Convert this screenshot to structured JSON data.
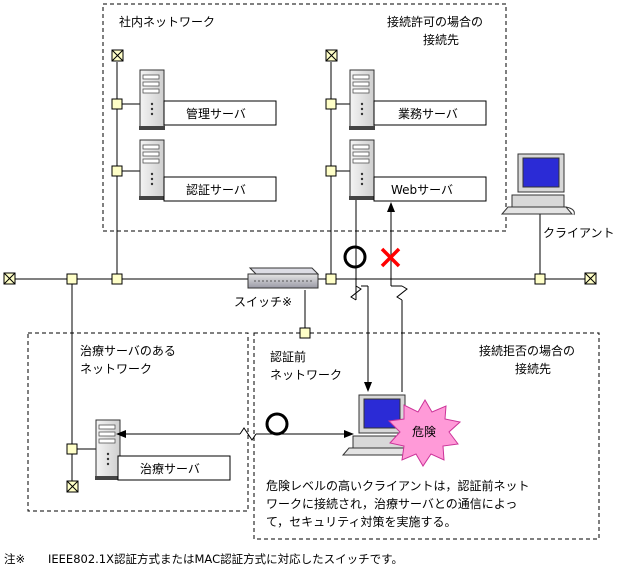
{
  "zones": {
    "internal": {
      "label": "社内ネットワーク",
      "dest_line1": "接続許可の場合の",
      "dest_line2": "接続先"
    },
    "treatment": {
      "label_line1": "治療サーバのある",
      "label_line2": "ネットワーク"
    },
    "reject": {
      "dest_line1": "接続拒否の場合の",
      "dest_line2": "接続先"
    }
  },
  "pre_auth": {
    "line1": "認証前",
    "line2": "ネットワーク"
  },
  "servers": {
    "management": "管理サーバ",
    "auth": "認証サーバ",
    "business": "業務サーバ",
    "web": "Webサーバ",
    "treatment": "治療サーバ"
  },
  "client_label": "クライアント",
  "switch_label": "スイッチ※",
  "danger_label": "危険",
  "description": {
    "line1": "危険レベルの高いクライアントは，認証前ネット",
    "line2": "ワークに接続され，治療サーバとの通信によっ",
    "line3": "て，セキュリティ対策を実施する。"
  },
  "footnote": {
    "mark": "注※",
    "text": "IEEE802.1X認証方式またはMAC認証方式に対応したスイッチです。"
  },
  "symbols": {
    "ok": "○",
    "ng": "×"
  },
  "colors": {
    "danger_fill": "#ff9ad8",
    "ng_mark": "#ff0000",
    "node": "#ffffc8",
    "screen": "#2b2bd6"
  }
}
